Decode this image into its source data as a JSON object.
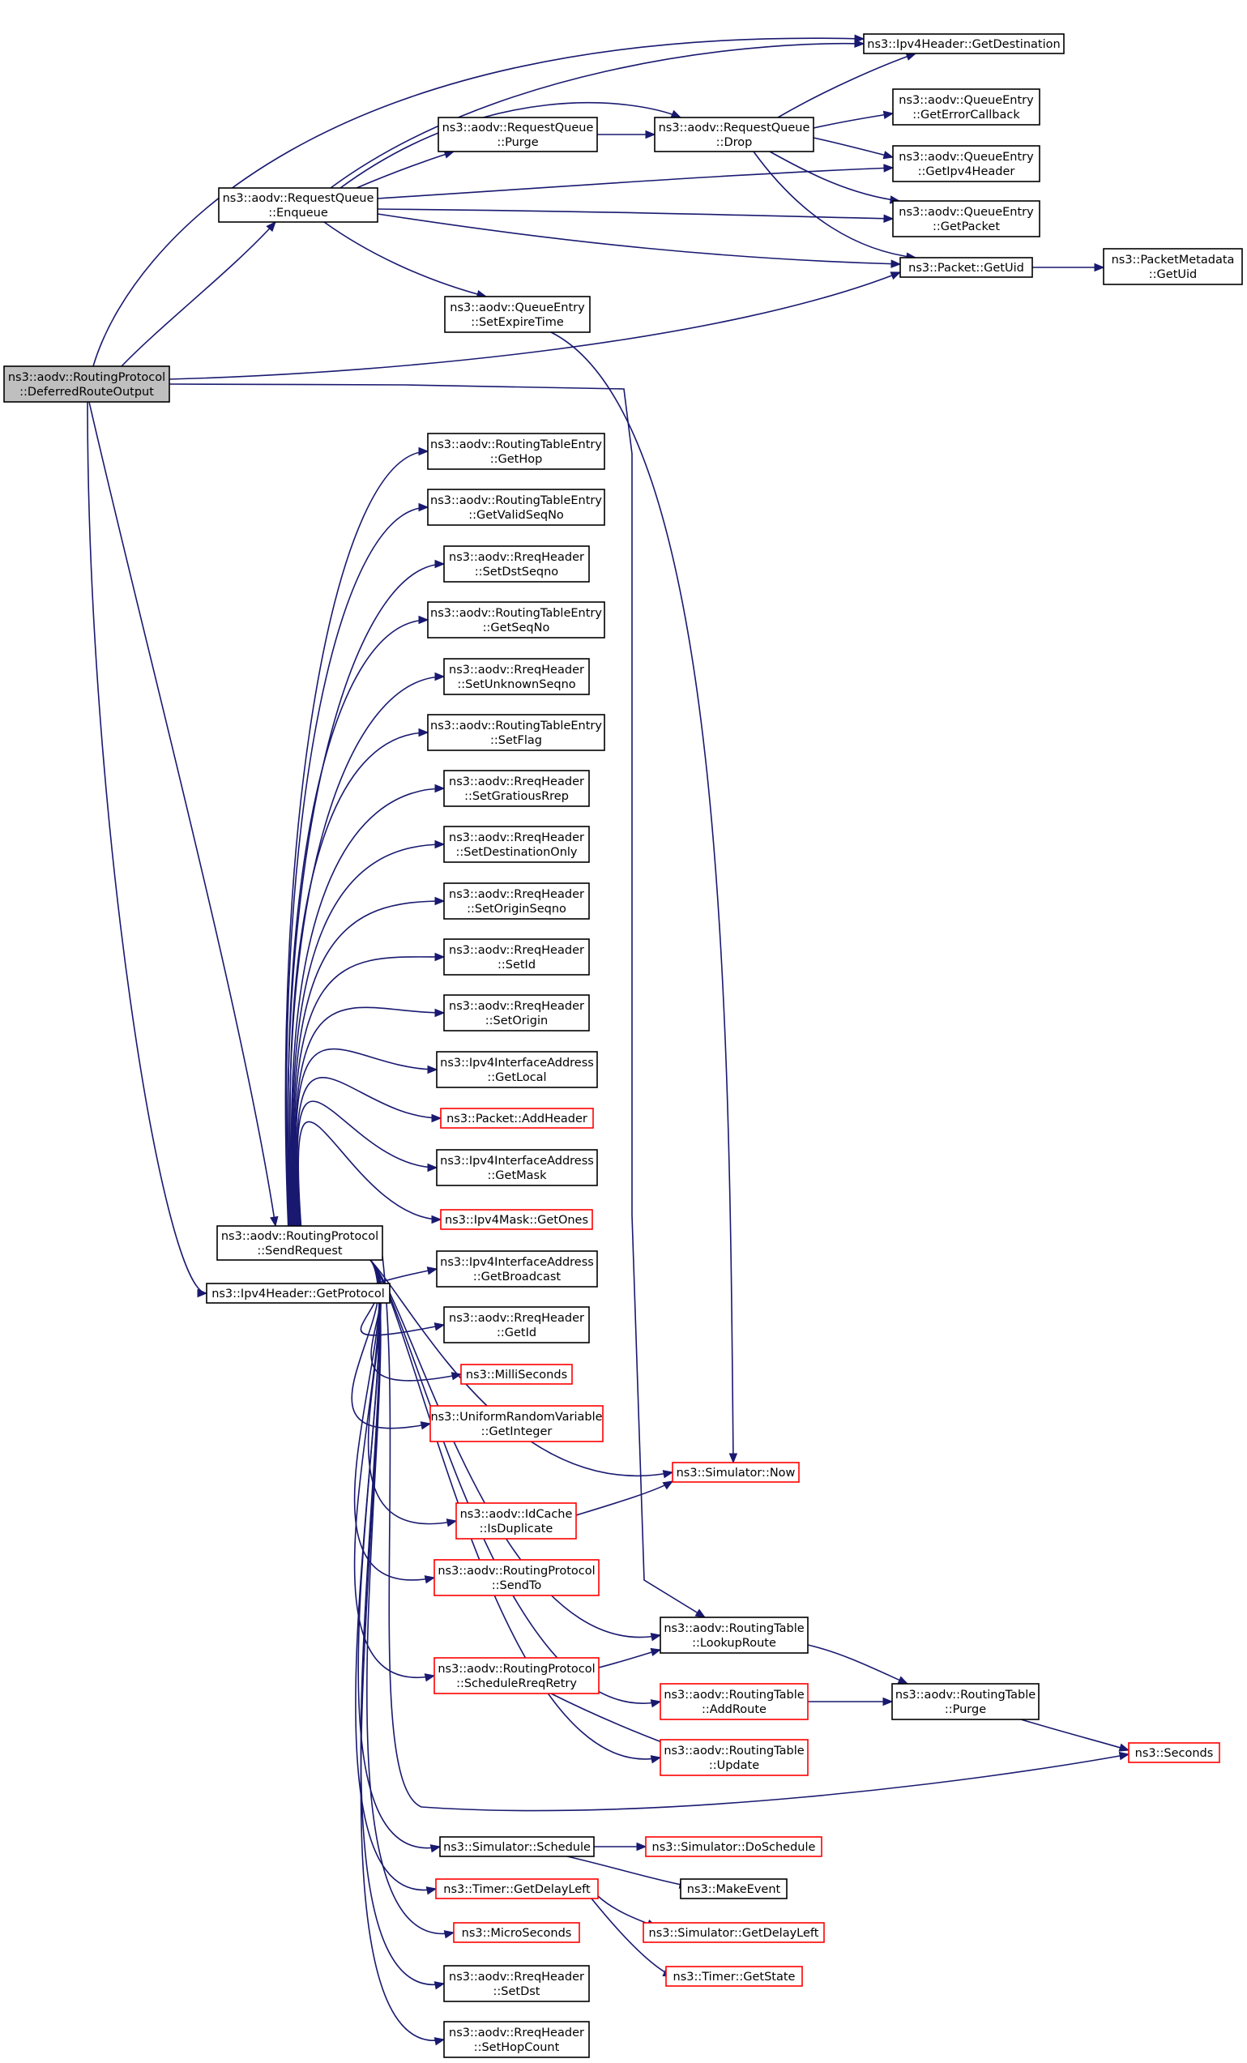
{
  "nodes": {
    "root": {
      "lines": [
        "ns3::aodv::RoutingProtocol",
        "::DeferredRouteOutput"
      ],
      "red": false,
      "root": true
    },
    "getDestination": {
      "lines": [
        "ns3::Ipv4Header::GetDestination"
      ],
      "red": false
    },
    "rqPurge": {
      "lines": [
        "ns3::aodv::RequestQueue",
        "::Purge"
      ],
      "red": false
    },
    "rqDrop": {
      "lines": [
        "ns3::aodv::RequestQueue",
        "::Drop"
      ],
      "red": false
    },
    "qeGetErrorCallback": {
      "lines": [
        "ns3::aodv::QueueEntry",
        "::GetErrorCallback"
      ],
      "red": false
    },
    "qeGetIpv4Header": {
      "lines": [
        "ns3::aodv::QueueEntry",
        "::GetIpv4Header"
      ],
      "red": false
    },
    "rqEnqueue": {
      "lines": [
        "ns3::aodv::RequestQueue",
        "::Enqueue"
      ],
      "red": false
    },
    "qeGetPacket": {
      "lines": [
        "ns3::aodv::QueueEntry",
        "::GetPacket"
      ],
      "red": false
    },
    "packetGetUid": {
      "lines": [
        "ns3::Packet::GetUid"
      ],
      "red": false
    },
    "pmGetUid": {
      "lines": [
        "ns3::PacketMetadata",
        "::GetUid"
      ],
      "red": false
    },
    "qeSetExpireTime": {
      "lines": [
        "ns3::aodv::QueueEntry",
        "::SetExpireTime"
      ],
      "red": false
    },
    "rteGetHop": {
      "lines": [
        "ns3::aodv::RoutingTableEntry",
        "::GetHop"
      ],
      "red": false
    },
    "rteGetValidSeqNo": {
      "lines": [
        "ns3::aodv::RoutingTableEntry",
        "::GetValidSeqNo"
      ],
      "red": false
    },
    "rreqSetDstSeqno": {
      "lines": [
        "ns3::aodv::RreqHeader",
        "::SetDstSeqno"
      ],
      "red": false
    },
    "rteGetSeqNo": {
      "lines": [
        "ns3::aodv::RoutingTableEntry",
        "::GetSeqNo"
      ],
      "red": false
    },
    "rreqSetUnknownSeqno": {
      "lines": [
        "ns3::aodv::RreqHeader",
        "::SetUnknownSeqno"
      ],
      "red": false
    },
    "rteSetFlag": {
      "lines": [
        "ns3::aodv::RoutingTableEntry",
        "::SetFlag"
      ],
      "red": false
    },
    "rreqSetGratiousRrep": {
      "lines": [
        "ns3::aodv::RreqHeader",
        "::SetGratiousRrep"
      ],
      "red": false
    },
    "rreqSetDestinationOnly": {
      "lines": [
        "ns3::aodv::RreqHeader",
        "::SetDestinationOnly"
      ],
      "red": false
    },
    "rreqSetOriginSeqno": {
      "lines": [
        "ns3::aodv::RreqHeader",
        "::SetOriginSeqno"
      ],
      "red": false
    },
    "rreqSetId": {
      "lines": [
        "ns3::aodv::RreqHeader",
        "::SetId"
      ],
      "red": false
    },
    "rreqSetOrigin": {
      "lines": [
        "ns3::aodv::RreqHeader",
        "::SetOrigin"
      ],
      "red": false
    },
    "iaGetLocal": {
      "lines": [
        "ns3::Ipv4InterfaceAddress",
        "::GetLocal"
      ],
      "red": false
    },
    "packetAddHeader": {
      "lines": [
        "ns3::Packet::AddHeader"
      ],
      "red": true
    },
    "iaGetMask": {
      "lines": [
        "ns3::Ipv4InterfaceAddress",
        "::GetMask"
      ],
      "red": false
    },
    "rpSendRequest": {
      "lines": [
        "ns3::aodv::RoutingProtocol",
        "::SendRequest"
      ],
      "red": false
    },
    "maskGetOnes": {
      "lines": [
        "ns3::Ipv4Mask::GetOnes"
      ],
      "red": true
    },
    "getProtocol": {
      "lines": [
        "ns3::Ipv4Header::GetProtocol"
      ],
      "red": false
    },
    "iaGetBroadcast": {
      "lines": [
        "ns3::Ipv4InterfaceAddress",
        "::GetBroadcast"
      ],
      "red": false
    },
    "rreqGetId": {
      "lines": [
        "ns3::aodv::RreqHeader",
        "::GetId"
      ],
      "red": false
    },
    "milliSeconds": {
      "lines": [
        "ns3::MilliSeconds"
      ],
      "red": true
    },
    "urvGetInteger": {
      "lines": [
        "ns3::UniformRandomVariable",
        "::GetInteger"
      ],
      "red": true
    },
    "simNow": {
      "lines": [
        "ns3::Simulator::Now"
      ],
      "red": true
    },
    "idIsDuplicate": {
      "lines": [
        "ns3::aodv::IdCache",
        "::IsDuplicate"
      ],
      "red": true
    },
    "rpSendTo": {
      "lines": [
        "ns3::aodv::RoutingProtocol",
        "::SendTo"
      ],
      "red": true
    },
    "rtLookupRoute": {
      "lines": [
        "ns3::aodv::RoutingTable",
        "::LookupRoute"
      ],
      "red": false
    },
    "rpScheduleRreqRetry": {
      "lines": [
        "ns3::aodv::RoutingProtocol",
        "::ScheduleRreqRetry"
      ],
      "red": true
    },
    "rtAddRoute": {
      "lines": [
        "ns3::aodv::RoutingTable",
        "::AddRoute"
      ],
      "red": true
    },
    "rtPurge": {
      "lines": [
        "ns3::aodv::RoutingTable",
        "::Purge"
      ],
      "red": false
    },
    "rtUpdate": {
      "lines": [
        "ns3::aodv::RoutingTable",
        "::Update"
      ],
      "red": true
    },
    "seconds": {
      "lines": [
        "ns3::Seconds"
      ],
      "red": true
    },
    "simSchedule": {
      "lines": [
        "ns3::Simulator::Schedule"
      ],
      "red": false
    },
    "simDoSchedule": {
      "lines": [
        "ns3::Simulator::DoSchedule"
      ],
      "red": true
    },
    "makeEvent": {
      "lines": [
        "ns3::MakeEvent"
      ],
      "red": false
    },
    "timerGetDelayLeft": {
      "lines": [
        "ns3::Timer::GetDelayLeft"
      ],
      "red": true
    },
    "simGetDelayLeft": {
      "lines": [
        "ns3::Simulator::GetDelayLeft"
      ],
      "red": true
    },
    "microSeconds": {
      "lines": [
        "ns3::MicroSeconds"
      ],
      "red": true
    },
    "timerGetState": {
      "lines": [
        "ns3::Timer::GetState"
      ],
      "red": true
    },
    "rreqSetDst": {
      "lines": [
        "ns3::aodv::RreqHeader",
        "::SetDst"
      ],
      "red": false
    },
    "rreqSetHopCount": {
      "lines": [
        "ns3::aodv::RreqHeader",
        "::SetHopCount"
      ],
      "red": false
    }
  },
  "edges": [
    [
      "root",
      "getDestination"
    ],
    [
      "root",
      "rqEnqueue"
    ],
    [
      "root",
      "packetGetUid"
    ],
    [
      "root",
      "rtLookupRoute"
    ],
    [
      "root",
      "rpSendRequest"
    ],
    [
      "root",
      "getProtocol"
    ],
    [
      "rqEnqueue",
      "getDestination"
    ],
    [
      "rqEnqueue",
      "rqPurge"
    ],
    [
      "rqEnqueue",
      "rqDrop"
    ],
    [
      "rqEnqueue",
      "qeGetIpv4Header"
    ],
    [
      "rqEnqueue",
      "qeGetPacket"
    ],
    [
      "rqEnqueue",
      "packetGetUid"
    ],
    [
      "rqEnqueue",
      "qeSetExpireTime"
    ],
    [
      "rqPurge",
      "rqDrop"
    ],
    [
      "rqDrop",
      "getDestination"
    ],
    [
      "rqDrop",
      "qeGetErrorCallback"
    ],
    [
      "rqDrop",
      "qeGetIpv4Header"
    ],
    [
      "rqDrop",
      "qeGetPacket"
    ],
    [
      "rqDrop",
      "packetGetUid"
    ],
    [
      "packetGetUid",
      "pmGetUid"
    ],
    [
      "qeSetExpireTime",
      "simNow"
    ],
    [
      "rpSendRequest",
      "rteGetHop"
    ],
    [
      "rpSendRequest",
      "rteGetValidSeqNo"
    ],
    [
      "rpSendRequest",
      "rreqSetDstSeqno"
    ],
    [
      "rpSendRequest",
      "rteGetSeqNo"
    ],
    [
      "rpSendRequest",
      "rreqSetUnknownSeqno"
    ],
    [
      "rpSendRequest",
      "rteSetFlag"
    ],
    [
      "rpSendRequest",
      "rreqSetGratiousRrep"
    ],
    [
      "rpSendRequest",
      "rreqSetDestinationOnly"
    ],
    [
      "rpSendRequest",
      "rreqSetOriginSeqno"
    ],
    [
      "rpSendRequest",
      "rreqSetId"
    ],
    [
      "rpSendRequest",
      "rreqSetOrigin"
    ],
    [
      "rpSendRequest",
      "iaGetLocal"
    ],
    [
      "rpSendRequest",
      "packetAddHeader"
    ],
    [
      "rpSendRequest",
      "iaGetMask"
    ],
    [
      "rpSendRequest",
      "maskGetOnes"
    ],
    [
      "rpSendRequest",
      "iaGetBroadcast"
    ],
    [
      "rpSendRequest",
      "rreqGetId"
    ],
    [
      "rpSendRequest",
      "milliSeconds"
    ],
    [
      "rpSendRequest",
      "urvGetInteger"
    ],
    [
      "rpSendRequest",
      "simNow"
    ],
    [
      "rpSendRequest",
      "idIsDuplicate"
    ],
    [
      "rpSendRequest",
      "rpSendTo"
    ],
    [
      "rpSendRequest",
      "rtLookupRoute"
    ],
    [
      "rpSendRequest",
      "rpScheduleRreqRetry"
    ],
    [
      "rpSendRequest",
      "rtAddRoute"
    ],
    [
      "rpSendRequest",
      "rtUpdate"
    ],
    [
      "rpSendRequest",
      "seconds"
    ],
    [
      "rpSendRequest",
      "simSchedule"
    ],
    [
      "rpSendRequest",
      "timerGetDelayLeft"
    ],
    [
      "rpSendRequest",
      "microSeconds"
    ],
    [
      "rpSendRequest",
      "rreqSetDst"
    ],
    [
      "rpSendRequest",
      "rreqSetHopCount"
    ],
    [
      "idIsDuplicate",
      "simNow"
    ],
    [
      "rpScheduleRreqRetry",
      "rtLookupRoute"
    ],
    [
      "rpScheduleRreqRetry",
      "rtUpdate"
    ],
    [
      "rtLookupRoute",
      "rtPurge"
    ],
    [
      "rtAddRoute",
      "rtPurge"
    ],
    [
      "rtPurge",
      "seconds"
    ],
    [
      "simSchedule",
      "simDoSchedule"
    ],
    [
      "simSchedule",
      "makeEvent"
    ],
    [
      "timerGetDelayLeft",
      "simGetDelayLeft"
    ],
    [
      "timerGetDelayLeft",
      "timerGetState"
    ]
  ]
}
